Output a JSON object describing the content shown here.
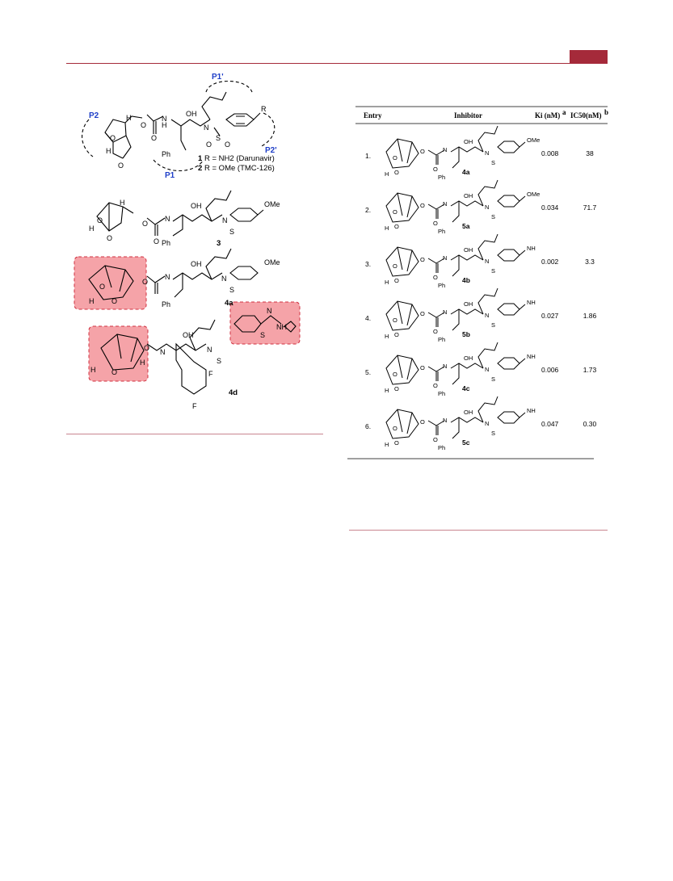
{
  "figure": {
    "pocket_labels": [
      "P1'",
      "P2",
      "P2'",
      "P1"
    ],
    "compound1": {
      "num": "1",
      "text": "R = NH2 (Darunavir)"
    },
    "compound2": {
      "num": "2",
      "text": "R = OMe (TMC-126)"
    },
    "compound_labels": [
      "3",
      "4a",
      "4d"
    ],
    "colors": {
      "pocket_label": "#1f3fc8",
      "highlight_fill": "#f5a3a8",
      "highlight_border": "#d03040"
    }
  },
  "table": {
    "headers": {
      "entry": "Entry",
      "inhibitor": "Inhibitor",
      "ki": "Ki (nM)",
      "ki_note": "a",
      "ic50": "IC50(nM)",
      "ic50_note": "b"
    },
    "rows": [
      {
        "entry": "1.",
        "compound": "4a",
        "ki": "0.008",
        "ic50": "38",
        "substituent": "OMe"
      },
      {
        "entry": "2.",
        "compound": "5a",
        "ki": "0.034",
        "ic50": "71.7",
        "substituent": "OMe"
      },
      {
        "entry": "3.",
        "compound": "4b",
        "ki": "0.002",
        "ic50": "3.3",
        "substituent": "NH"
      },
      {
        "entry": "4.",
        "compound": "5b",
        "ki": "0.027",
        "ic50": "1.86",
        "substituent": "NH"
      },
      {
        "entry": "5.",
        "compound": "4c",
        "ki": "0.006",
        "ic50": "1.73",
        "substituent": "NH"
      },
      {
        "entry": "6.",
        "compound": "5c",
        "ki": "0.047",
        "ic50": "0.30",
        "substituent": "NH"
      }
    ]
  },
  "chem_atoms": {
    "O": "O",
    "H": "H",
    "N": "N",
    "S": "S",
    "F": "F",
    "OH": "OH",
    "Ph": "Ph",
    "R": "R",
    "OMe": "OMe",
    "NH": "NH"
  }
}
